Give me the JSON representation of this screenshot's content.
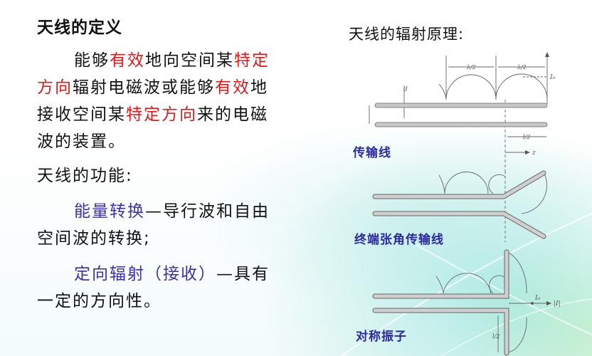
{
  "slide": {
    "definition": {
      "heading": "天线的定义",
      "line1": [
        {
          "text": "能够",
          "style": "normal"
        },
        {
          "text": "有效",
          "style": "red"
        },
        {
          "text": "地向空间某",
          "style": "normal"
        },
        {
          "text": "特定",
          "style": "red"
        }
      ],
      "line2": [
        {
          "text": "方向",
          "style": "red"
        },
        {
          "text": "辐射电磁波或能够",
          "style": "normal"
        },
        {
          "text": "有效",
          "style": "red"
        },
        {
          "text": "地",
          "style": "normal"
        }
      ],
      "line3": [
        {
          "text": "接收空间某",
          "style": "normal"
        },
        {
          "text": "特定方向",
          "style": "red"
        },
        {
          "text": "来的电磁",
          "style": "normal"
        }
      ],
      "line4": "波的装置。"
    },
    "function": {
      "heading": "天线的功能:",
      "item1_key": "能量转换",
      "item1_rest": "—导行波和自由",
      "item1_line2": "空间波的转换;",
      "item2_key": "定向辐射（接收）",
      "item2_rest": "—具有",
      "item2_line2": "一定的方向性。"
    },
    "radiation": {
      "title": "天线的辐射原理:",
      "captions": {
        "transmission_line": "传输线",
        "flared_line": "终端张角传输线",
        "dipole": "对称振子"
      },
      "labels": {
        "half_wavelength": "λ/2",
        "current": "I₀",
        "spacing": "d",
        "half_length": "l/2",
        "axis_z": "z",
        "current_abs": "|I|"
      }
    },
    "colors": {
      "emphasis_red": "#e01a1a",
      "emphasis_blue": "#3a2fb0",
      "caption_blue": "#2b2aa0",
      "text": "#111111"
    }
  }
}
